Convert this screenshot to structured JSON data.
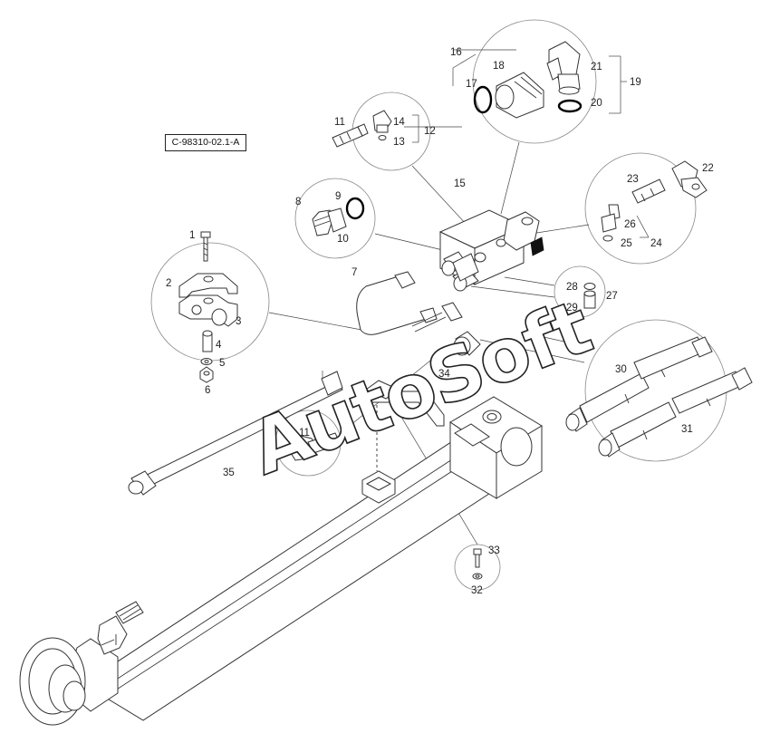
{
  "diagram": {
    "reference_code": "C-98310-02.1-A",
    "watermark": "AutoSoft",
    "callouts": [
      {
        "id": "c1",
        "text": "1"
      },
      {
        "id": "c2",
        "text": "2"
      },
      {
        "id": "c3",
        "text": "3"
      },
      {
        "id": "c4",
        "text": "4"
      },
      {
        "id": "c5",
        "text": "5"
      },
      {
        "id": "c6",
        "text": "6"
      },
      {
        "id": "c7",
        "text": "7"
      },
      {
        "id": "c8",
        "text": "8"
      },
      {
        "id": "c9",
        "text": "9"
      },
      {
        "id": "c10",
        "text": "10"
      },
      {
        "id": "c11a",
        "text": "11"
      },
      {
        "id": "c11b",
        "text": "11"
      },
      {
        "id": "c12",
        "text": "12"
      },
      {
        "id": "c13",
        "text": "13"
      },
      {
        "id": "c14",
        "text": "14"
      },
      {
        "id": "c15",
        "text": "15"
      },
      {
        "id": "c16",
        "text": "16"
      },
      {
        "id": "c17",
        "text": "17"
      },
      {
        "id": "c18",
        "text": "18"
      },
      {
        "id": "c19",
        "text": "19"
      },
      {
        "id": "c20",
        "text": "20"
      },
      {
        "id": "c21",
        "text": "21"
      },
      {
        "id": "c22",
        "text": "22"
      },
      {
        "id": "c23",
        "text": "23"
      },
      {
        "id": "c24",
        "text": "24"
      },
      {
        "id": "c25",
        "text": "25"
      },
      {
        "id": "c26",
        "text": "26"
      },
      {
        "id": "c27",
        "text": "27"
      },
      {
        "id": "c28",
        "text": "28"
      },
      {
        "id": "c29",
        "text": "29"
      },
      {
        "id": "c30",
        "text": "30"
      },
      {
        "id": "c31",
        "text": "31"
      },
      {
        "id": "c32",
        "text": "32"
      },
      {
        "id": "c33",
        "text": "33"
      },
      {
        "id": "c34",
        "text": "34"
      },
      {
        "id": "c35",
        "text": "35"
      }
    ]
  }
}
